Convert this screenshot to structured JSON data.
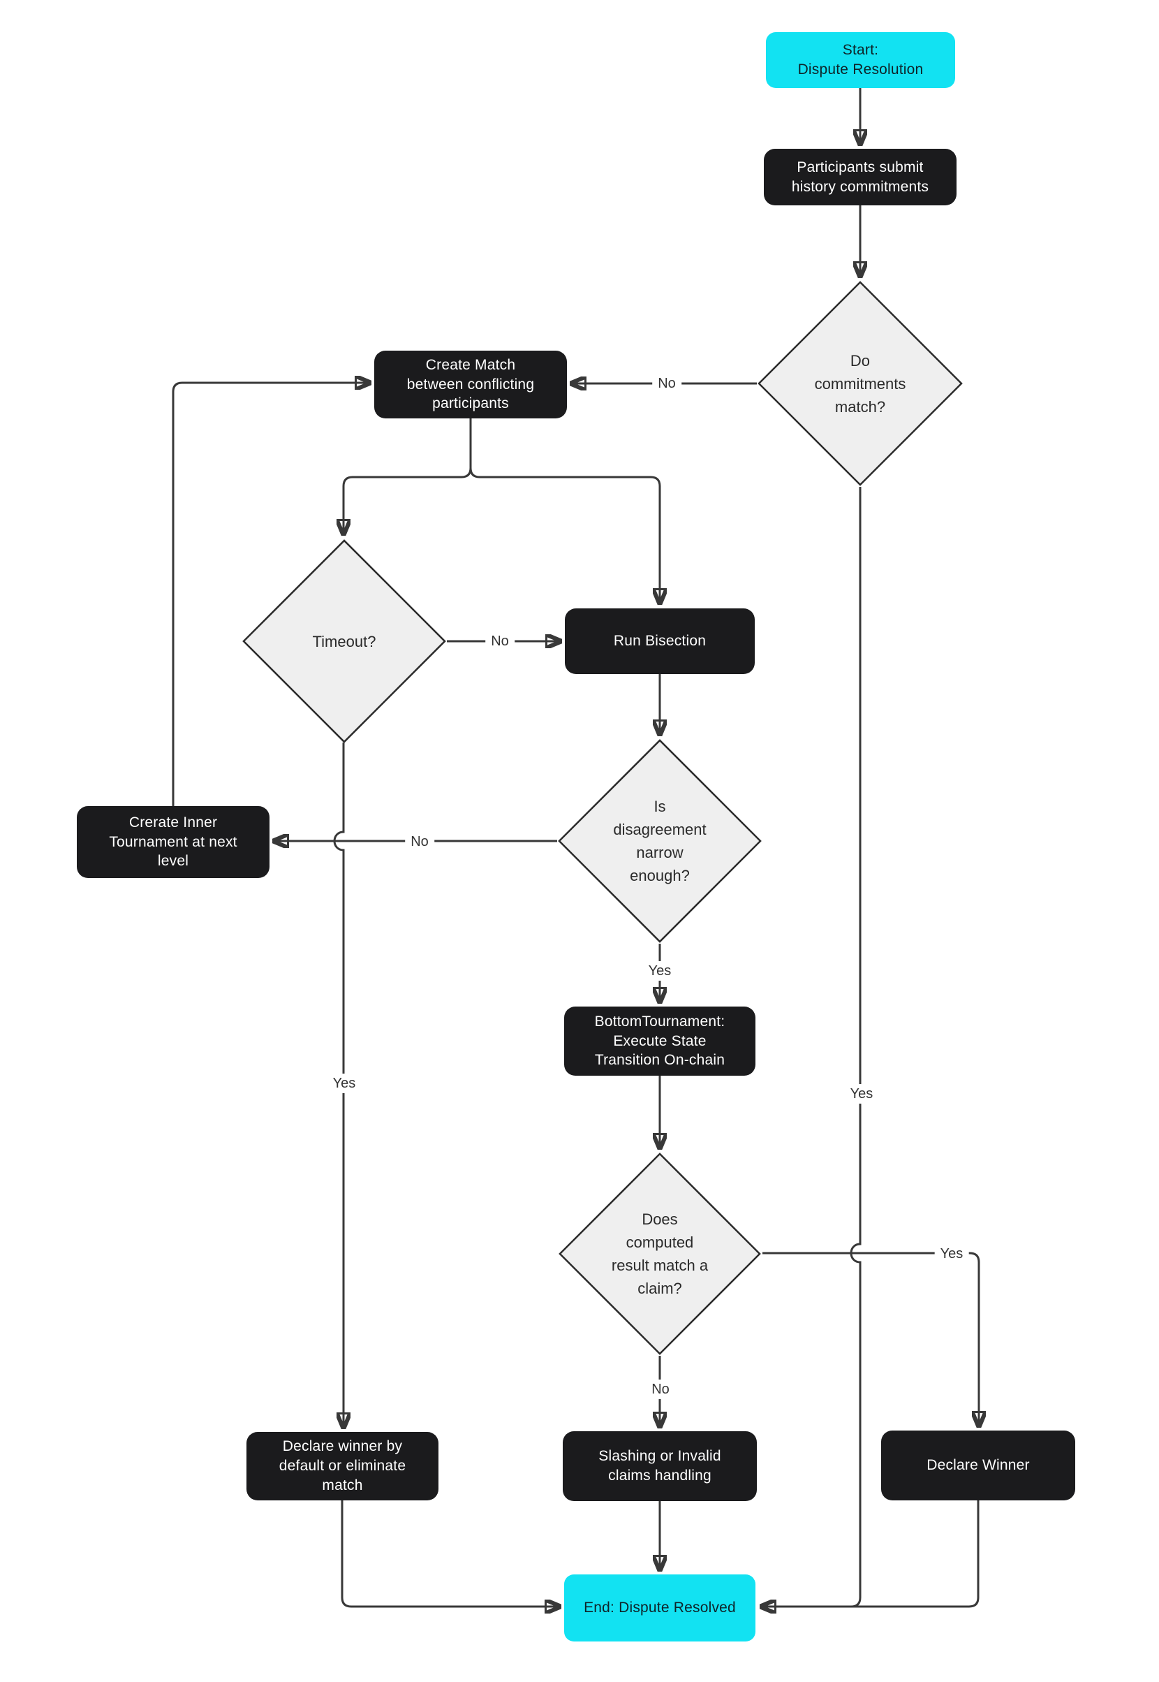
{
  "diagram": {
    "title": "Dispute Resolution flowchart",
    "colors": {
      "accent_cyan": "#12e2f2",
      "node_black": "#1b1b1d",
      "decision_fill": "#efefef",
      "decision_stroke": "#2b2b2b",
      "line": "#383838",
      "background": "#ffffff"
    },
    "nodes": {
      "start": {
        "label": "Start:\nDispute Resolution"
      },
      "participants": {
        "label": "Participants submit\nhistory commitments"
      },
      "commitments_match": {
        "label": "Do\ncommitments\nmatch?"
      },
      "create_match": {
        "label": "Create Match\nbetween conflicting\nparticipants"
      },
      "timeout": {
        "label": "Timeout?"
      },
      "run_bisection": {
        "label": "Run Bisection"
      },
      "disagreement_narrow": {
        "label": "Is\ndisagreement\nnarrow\nenough?"
      },
      "inner_tournament": {
        "label": "Crerate Inner\nTournament at next\nlevel"
      },
      "bottom_tournament": {
        "label": "BottomTournament:\nExecute State\nTransition On-chain"
      },
      "result_match_claim": {
        "label": "Does\ncomputed\nresult match a\nclaim?"
      },
      "declare_default": {
        "label": "Declare winner by\ndefault or eliminate\nmatch"
      },
      "slashing": {
        "label": "Slashing or Invalid\nclaims handling"
      },
      "declare_winner": {
        "label": "Declare Winner"
      },
      "end": {
        "label": "End: Dispute Resolved"
      }
    },
    "edge_labels": {
      "no_commitments": "No",
      "no_timeout": "No",
      "no_disagreement": "No",
      "no_result": "No",
      "yes_commitments": "Yes",
      "yes_timeout": "Yes",
      "yes_disagreement": "Yes",
      "yes_result": "Yes"
    }
  }
}
